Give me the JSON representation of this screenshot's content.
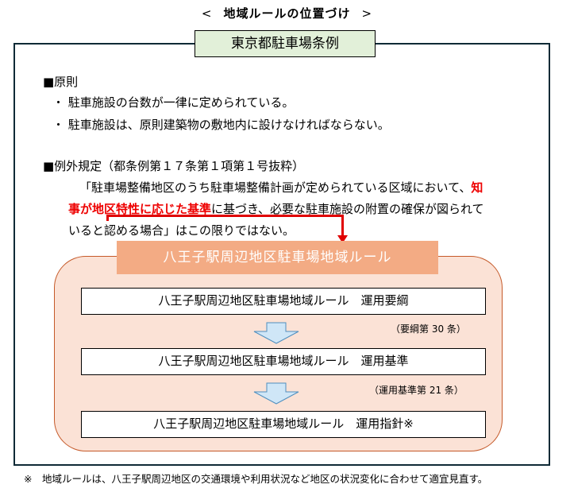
{
  "title": {
    "left_bracket": "<",
    "text": "地域ルールの位置づけ",
    "right_bracket": ">"
  },
  "ordinance": {
    "label": "東京都駐車場条例"
  },
  "principle": {
    "heading": "■原則",
    "bullets": [
      "・ 駐車施設の台数が一律に定められている。",
      "・ 駐車施設は、原則建築物の敷地内に設けなければならない。"
    ]
  },
  "exception": {
    "heading": "■例外規定（都条例第１７条第１項第１号抜粋）",
    "quote_line1_normal": "「駐車場整備地区のうち駐車場整備計画が定められている区域において、",
    "quote_line1_red": "知",
    "quote_line2_red": "事が地区特性に応じた基準",
    "quote_line2_normal": "に基づき、必要な駐車施設の附置の確保が図られて",
    "quote_line3": "いると認める場合」はこの限りではない。"
  },
  "local_rule": {
    "header": "八王子駅周辺地区駐車場地域ルール",
    "boxes": [
      {
        "label": "八王子駅周辺地区駐車場地域ルール　運用要綱"
      },
      {
        "label": "八王子駅周辺地区駐車場地域ルール　運用基準"
      },
      {
        "label": "八王子駅周辺地区駐車場地域ルール　運用指針※"
      }
    ],
    "refs": [
      "（要綱第 30 条）",
      "（運用基準第 21 条）"
    ]
  },
  "footnote": "※　地域ルールは、八王子駅周辺地区の交通環境や利用状況など地区の状況変化に合わせて適宜見直す。",
  "colors": {
    "ordinance_bg": "#e2f0d9",
    "local_header_bg": "#f3ab84",
    "rounded_bg": "#fbe2d6",
    "rounded_border": "#c55a2a",
    "emphasis_red": "#ee0000",
    "arrow_fill": "#cfe6f7",
    "arrow_stroke": "#4f8fbf",
    "frame": "#0f2a36"
  }
}
